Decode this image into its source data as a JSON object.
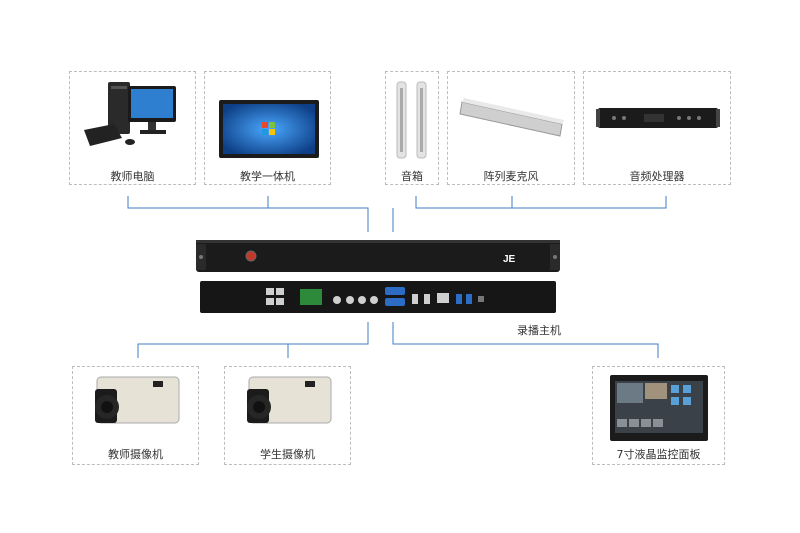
{
  "devices": {
    "teacher_pc": "教师电脑",
    "all_in_one": "教学一体机",
    "speaker": "音箱",
    "array_mic": "阵列麦克风",
    "audio_processor": "音频处理器",
    "teacher_camera": "教师摄像机",
    "student_camera": "学生摄像机",
    "lcd_panel": "7寸液晶监控面板"
  },
  "host": {
    "label": "录播主机"
  },
  "colors": {
    "line": "#3f7fc6",
    "border": "#bdbdbd",
    "device_dark": "#1b1b1b"
  }
}
